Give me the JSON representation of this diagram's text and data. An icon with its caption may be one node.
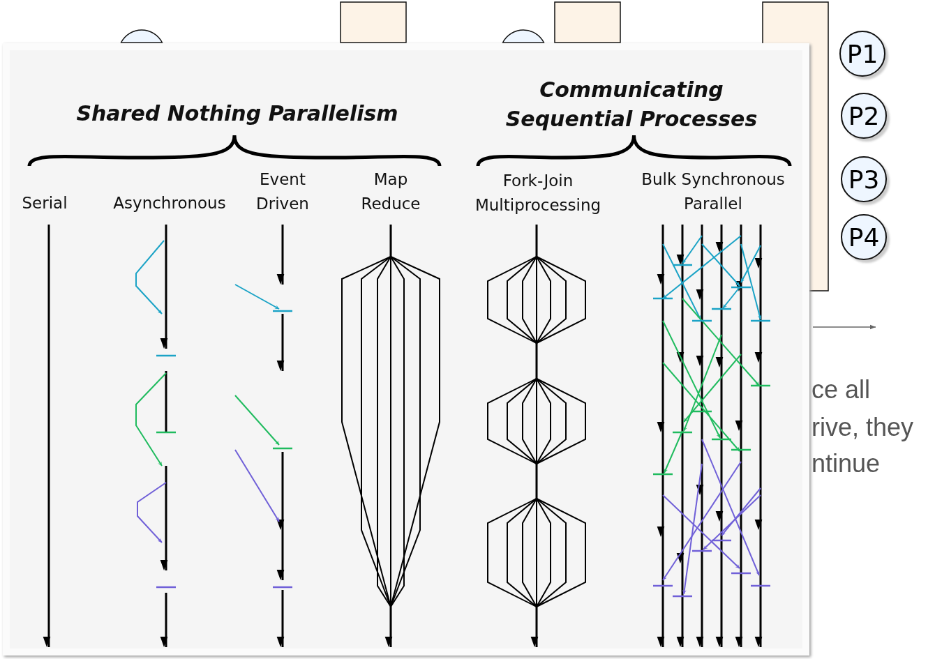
{
  "diagram": {
    "nodes": [
      {
        "text": [
          "P1"
        ]
      },
      {
        "text": [
          "P2"
        ]
      },
      {
        "text": [
          "P3"
        ]
      },
      {
        "text": [
          "P4"
        ]
      },
      {
        "text": [],
        "shape": "circle"
      },
      {
        "text": [],
        "shape": "box"
      },
      {
        "text": [],
        "shape": "circle"
      },
      {
        "text": [],
        "shape": "box"
      },
      {
        "text": [],
        "shape": "box"
      }
    ],
    "labels": [
      "Shared Nothing Parallelism",
      "Communicating Sequential Processes",
      "Serial",
      "Asynchronous",
      "Event Driven",
      "Map Reduce",
      "Fork-Join Multiprocessing",
      "Bulk Synchronous Parallel",
      "ce all",
      "rive, they",
      "ntinue"
    ]
  }
}
